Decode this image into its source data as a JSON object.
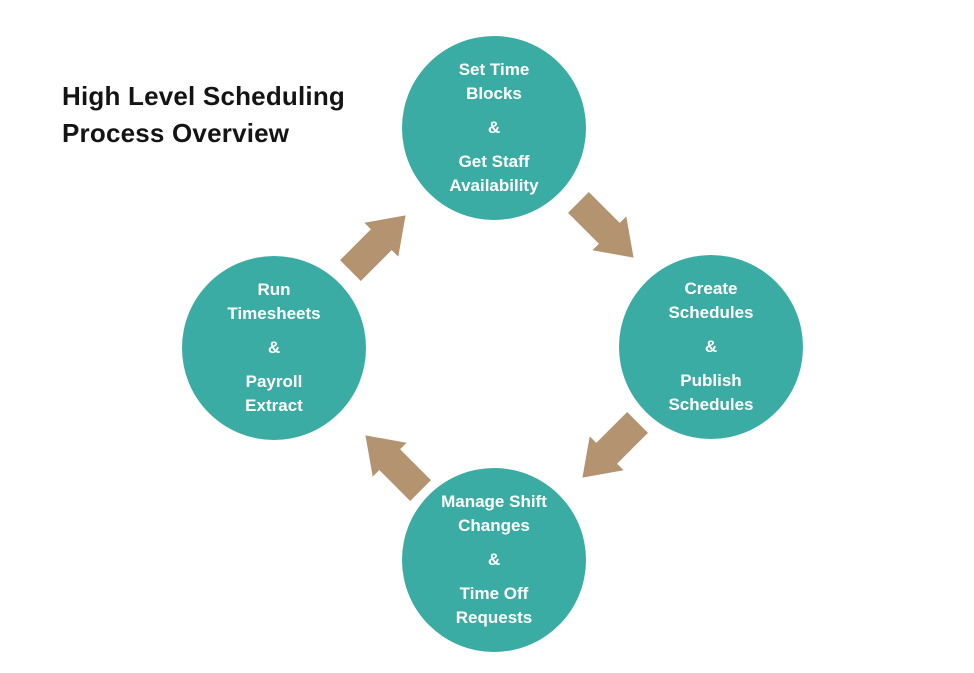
{
  "title": {
    "line1": "High Level Scheduling",
    "line2": "Process Overview"
  },
  "colors": {
    "background": "#FFFFFF",
    "node_fill": "#3AACA3",
    "node_text": "#FFFFFF",
    "arrow_fill": "#B49370",
    "title_text": "#141414"
  },
  "nodes": {
    "top": {
      "line1": "Set Time",
      "line2": "Blocks",
      "connector": "&",
      "line3": "Get Staff",
      "line4": "Availability"
    },
    "right": {
      "line1": "Create",
      "line2": "Schedules",
      "connector": "&",
      "line3": "Publish",
      "line4": "Schedules"
    },
    "bottom": {
      "line1": "Manage Shift",
      "line2": "Changes",
      "connector": "&",
      "line3": "Time Off",
      "line4": "Requests"
    },
    "left": {
      "line1": "Run",
      "line2": "Timesheets",
      "connector": "&",
      "line3": "Payroll",
      "line4": "Extract"
    }
  },
  "flow": {
    "direction": "clockwise",
    "edges": [
      {
        "from": "top",
        "to": "right"
      },
      {
        "from": "right",
        "to": "bottom"
      },
      {
        "from": "bottom",
        "to": "left"
      },
      {
        "from": "left",
        "to": "top"
      }
    ]
  }
}
